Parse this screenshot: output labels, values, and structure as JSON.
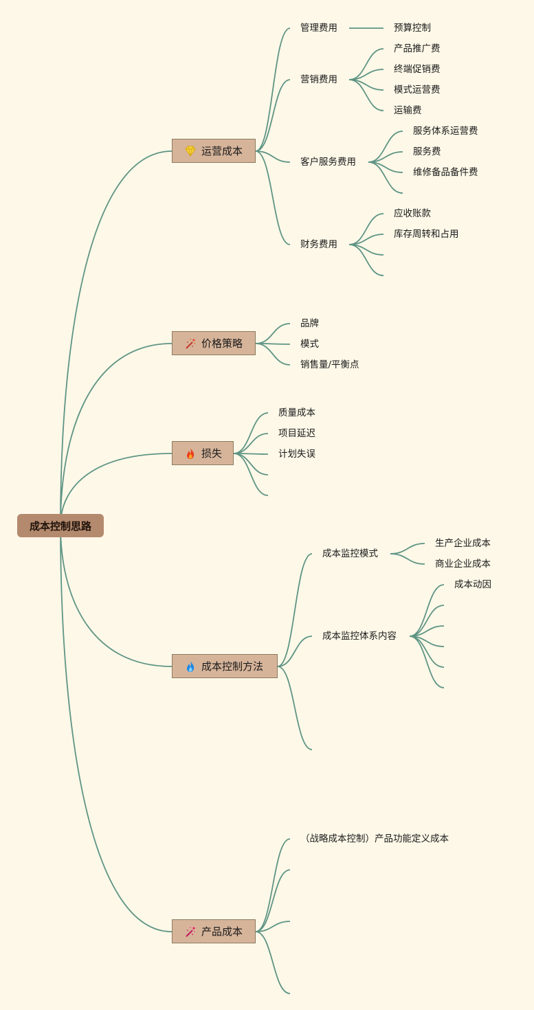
{
  "root": {
    "label": "成本控制思路"
  },
  "branches": {
    "operating": {
      "label": "运营成本",
      "icon": "diamond-icon",
      "children": {
        "admin": {
          "label": "管理费用",
          "children": [
            "预算控制"
          ]
        },
        "marketing": {
          "label": "营销费用",
          "children": [
            "产品推广费",
            "终端促销费",
            "模式运营费",
            "运输费"
          ]
        },
        "service": {
          "label": "客户服务费用",
          "children": [
            "服务体系运营费",
            "服务费",
            "维修备品备件费"
          ]
        },
        "finance": {
          "label": "财务费用",
          "children": [
            "应收账款",
            "库存周转和占用"
          ]
        }
      }
    },
    "pricing": {
      "label": "价格策略",
      "icon": "magic-wand-icon",
      "children": [
        "品牌",
        "模式",
        "销售量/平衡点"
      ]
    },
    "loss": {
      "label": "损失",
      "icon": "fire-icon",
      "children": [
        "质量成本",
        "项目延迟",
        "计划失误"
      ]
    },
    "method": {
      "label": "成本控制方法",
      "icon": "blue-flame-icon",
      "children": {
        "mode": {
          "label": "成本监控模式",
          "children": [
            "生产企业成本",
            "商业企业成本"
          ]
        },
        "system": {
          "label": "成本监控体系内容",
          "children": [
            "成本动因"
          ]
        }
      }
    },
    "product": {
      "label": "产品成本",
      "icon": "magic-wand-icon",
      "children": [
        "（战略成本控制）产品功能定义成本"
      ]
    }
  },
  "colors": {
    "background": "#fdf8e8",
    "connector": "#5e9484",
    "root_fill": "#b48a6e",
    "branch_fill": "#d6b49a",
    "branch_border": "#8c7a5e"
  }
}
